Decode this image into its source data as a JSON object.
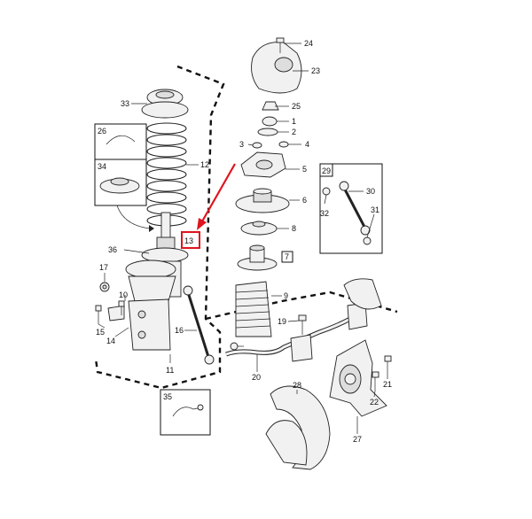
{
  "diagram": {
    "labels": {
      "p1": "1",
      "p2": "2",
      "p3": "3",
      "p4": "4",
      "p5": "5",
      "p6": "6",
      "p7": "7",
      "p8": "8",
      "p9": "9",
      "p10": "10",
      "p11": "11",
      "p12": "12",
      "p13": "13",
      "p14": "14",
      "p15": "15",
      "p16": "16",
      "p17": "17",
      "p19": "19",
      "p20": "20",
      "p21": "21",
      "p22": "22",
      "p23": "23",
      "p24": "24",
      "p25": "25",
      "p26": "26",
      "p27": "27",
      "p28": "28",
      "p29": "29",
      "p30": "30",
      "p31": "31",
      "p32": "32",
      "p33": "33",
      "p34": "34",
      "p35": "35",
      "p36": "36"
    },
    "highlight": {
      "color": "#e0141e"
    }
  }
}
